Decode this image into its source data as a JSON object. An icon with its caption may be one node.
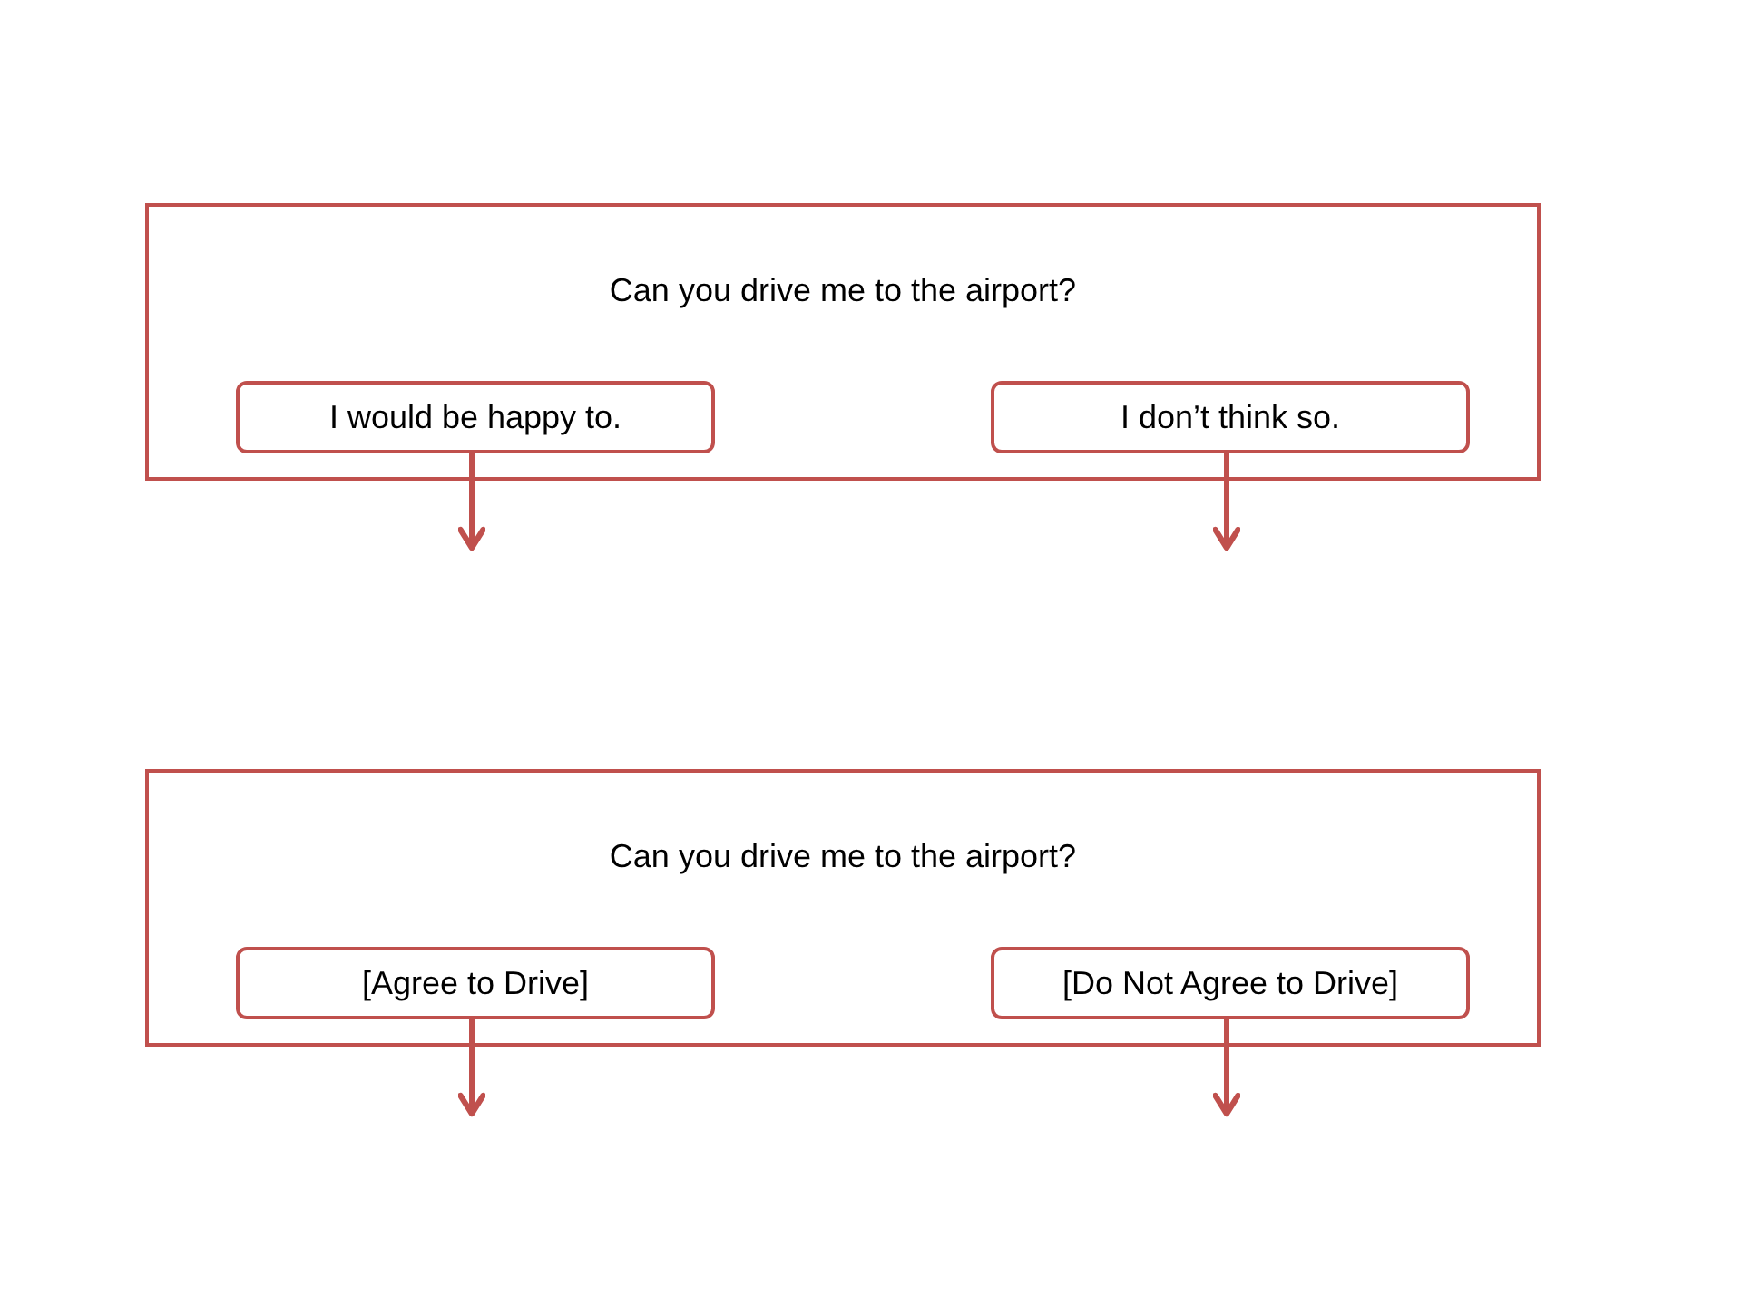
{
  "diagram": {
    "nodes": [
      {
        "text": [
          "Can you drive me to the airport?"
        ]
      },
      {
        "text": [
          "I would be happy to."
        ],
        "in": 0
      },
      {
        "text": [
          "I don’t think so."
        ],
        "in": 0
      },
      {
        "text": [
          "Can you drive me to the airport?"
        ]
      },
      {
        "text": [
          "[Agree to Drive]"
        ],
        "in": 3
      },
      {
        "text": [
          "[Do Not Agree to Drive]"
        ],
        "in": 3
      }
    ],
    "edges": [
      {
        "from": 1,
        "to": null,
        "arrow": "to"
      },
      {
        "from": 2,
        "to": null,
        "arrow": "to"
      },
      {
        "from": 4,
        "to": null,
        "arrow": "to"
      },
      {
        "from": 5,
        "to": null,
        "arrow": "to"
      }
    ]
  }
}
